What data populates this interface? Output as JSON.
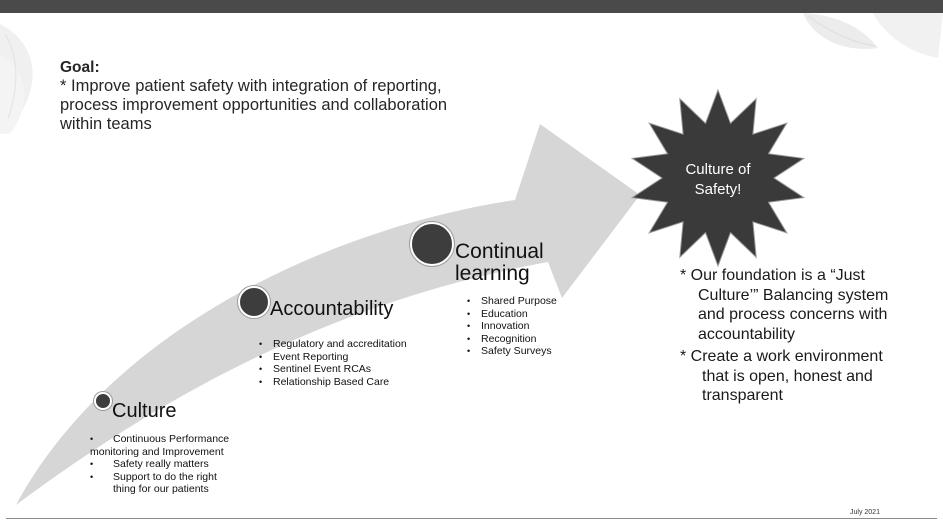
{
  "goal": {
    "heading": "Goal:",
    "line1": "* Improve patient safety with integration of reporting,",
    "line2": "process improvement opportunities and collaboration",
    "line3": "within teams"
  },
  "stages": {
    "culture": {
      "title": "Culture",
      "item1_line1": "Continuous Performance",
      "item1_line2": "monitoring and Improvement",
      "item2": "Safety really matters",
      "item3_line1": "Support to do the right",
      "item3_line2": "thing for our patients"
    },
    "accountability": {
      "title": "Accountability",
      "items": [
        "Regulatory and accreditation",
        "Event Reporting",
        "Sentinel Event RCAs",
        "Relationship Based Care"
      ]
    },
    "continual_learning": {
      "title_line1": "Continual",
      "title_line2": "learning",
      "items": [
        "Shared Purpose",
        "Education",
        "Innovation",
        "Recognition",
        "Safety Surveys"
      ]
    }
  },
  "star": {
    "line1": "Culture of",
    "line2": "Safety!"
  },
  "foundation": {
    "p1_line1": "* Our foundation is a “Just",
    "p1_line2": "Culture’” Balancing system",
    "p1_line3": "and process concerns with",
    "p1_line4": "accountability",
    "p2_line1": "* Create a work environment",
    "p2_line2": "that is open, honest and",
    "p2_line3": "transparent"
  },
  "footer": {
    "date": "July 2021"
  }
}
